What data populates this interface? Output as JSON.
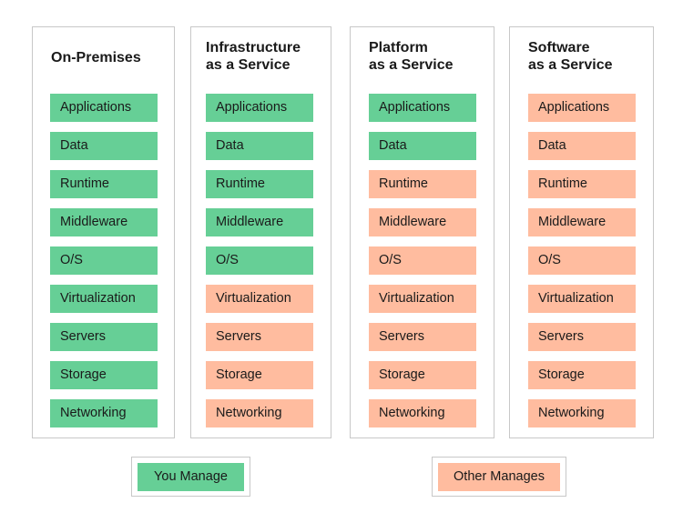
{
  "colors": {
    "you_manage": "#66cf96",
    "other_manages": "#ffbc9f",
    "border": "#c8c8c8"
  },
  "columns": [
    {
      "title": "On-Premises",
      "layers": [
        {
          "label": "Applications",
          "managed_by": "you"
        },
        {
          "label": "Data",
          "managed_by": "you"
        },
        {
          "label": "Runtime",
          "managed_by": "you"
        },
        {
          "label": "Middleware",
          "managed_by": "you"
        },
        {
          "label": "O/S",
          "managed_by": "you"
        },
        {
          "label": "Virtualization",
          "managed_by": "you"
        },
        {
          "label": "Servers",
          "managed_by": "you"
        },
        {
          "label": "Storage",
          "managed_by": "you"
        },
        {
          "label": "Networking",
          "managed_by": "you"
        }
      ]
    },
    {
      "title": "Infrastructure\nas a Service",
      "layers": [
        {
          "label": "Applications",
          "managed_by": "you"
        },
        {
          "label": "Data",
          "managed_by": "you"
        },
        {
          "label": "Runtime",
          "managed_by": "you"
        },
        {
          "label": "Middleware",
          "managed_by": "you"
        },
        {
          "label": "O/S",
          "managed_by": "you"
        },
        {
          "label": "Virtualization",
          "managed_by": "other"
        },
        {
          "label": "Servers",
          "managed_by": "other"
        },
        {
          "label": "Storage",
          "managed_by": "other"
        },
        {
          "label": "Networking",
          "managed_by": "other"
        }
      ]
    },
    {
      "title": "Platform\nas a Service",
      "layers": [
        {
          "label": "Applications",
          "managed_by": "you"
        },
        {
          "label": "Data",
          "managed_by": "you"
        },
        {
          "label": "Runtime",
          "managed_by": "other"
        },
        {
          "label": "Middleware",
          "managed_by": "other"
        },
        {
          "label": "O/S",
          "managed_by": "other"
        },
        {
          "label": "Virtualization",
          "managed_by": "other"
        },
        {
          "label": "Servers",
          "managed_by": "other"
        },
        {
          "label": "Storage",
          "managed_by": "other"
        },
        {
          "label": "Networking",
          "managed_by": "other"
        }
      ]
    },
    {
      "title": "Software\nas a Service",
      "layers": [
        {
          "label": "Applications",
          "managed_by": "other"
        },
        {
          "label": "Data",
          "managed_by": "other"
        },
        {
          "label": "Runtime",
          "managed_by": "other"
        },
        {
          "label": "Middleware",
          "managed_by": "other"
        },
        {
          "label": "O/S",
          "managed_by": "other"
        },
        {
          "label": "Virtualization",
          "managed_by": "other"
        },
        {
          "label": "Servers",
          "managed_by": "other"
        },
        {
          "label": "Storage",
          "managed_by": "other"
        },
        {
          "label": "Networking",
          "managed_by": "other"
        }
      ]
    }
  ],
  "legend": {
    "you_manage": "You Manage",
    "other_manages": "Other Manages"
  }
}
